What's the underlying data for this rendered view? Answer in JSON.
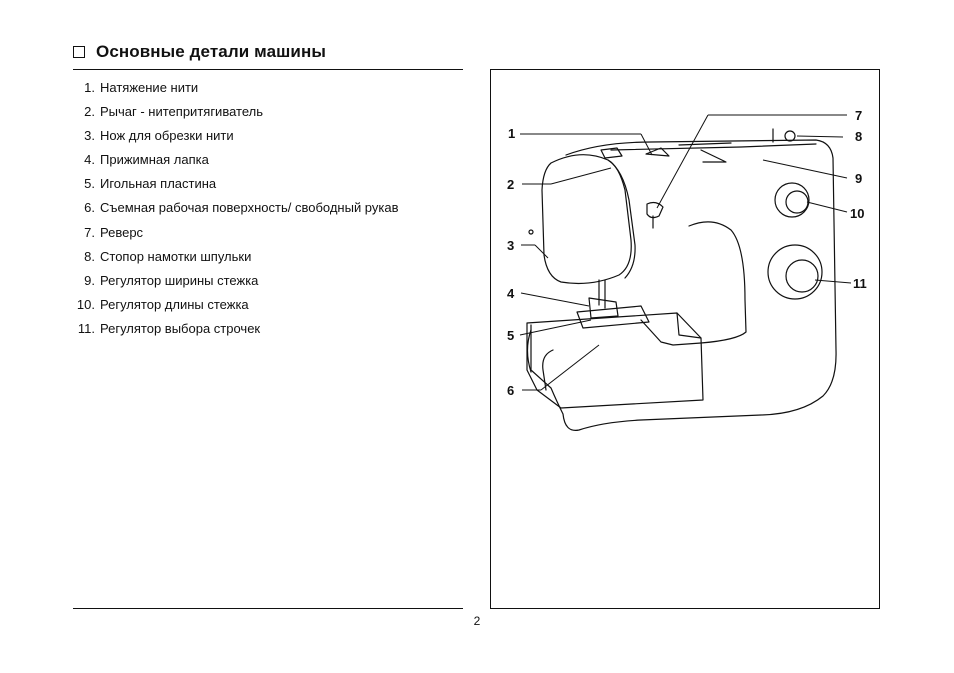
{
  "heading": {
    "title": "Основные детали машины"
  },
  "parts": [
    {
      "num": "1.",
      "label": "Натяжение нити"
    },
    {
      "num": "2.",
      "label": "Рычаг - нитепритягиватель"
    },
    {
      "num": "3.",
      "label": "Нож для обрезки нити"
    },
    {
      "num": "4.",
      "label": "Прижимная лапка"
    },
    {
      "num": "5.",
      "label": "Игольная пластина"
    },
    {
      "num": "6.",
      "label": "Съемная рабочая поверхность/ свободный рукав"
    },
    {
      "num": "7.",
      "label": "Реверс"
    },
    {
      "num": "8.",
      "label": "Стопор намотки шпульки"
    },
    {
      "num": "9.",
      "label": "Регулятор ширины стежка"
    },
    {
      "num": "10.",
      "label": "Регулятор длины стежка"
    },
    {
      "num": "11.",
      "label": "Регулятор выбора строчек"
    }
  ],
  "figure": {
    "callouts": [
      "1",
      "2",
      "3",
      "4",
      "5",
      "6",
      "7",
      "8",
      "9",
      "10",
      "11"
    ]
  },
  "footer": {
    "page_number": "2"
  }
}
